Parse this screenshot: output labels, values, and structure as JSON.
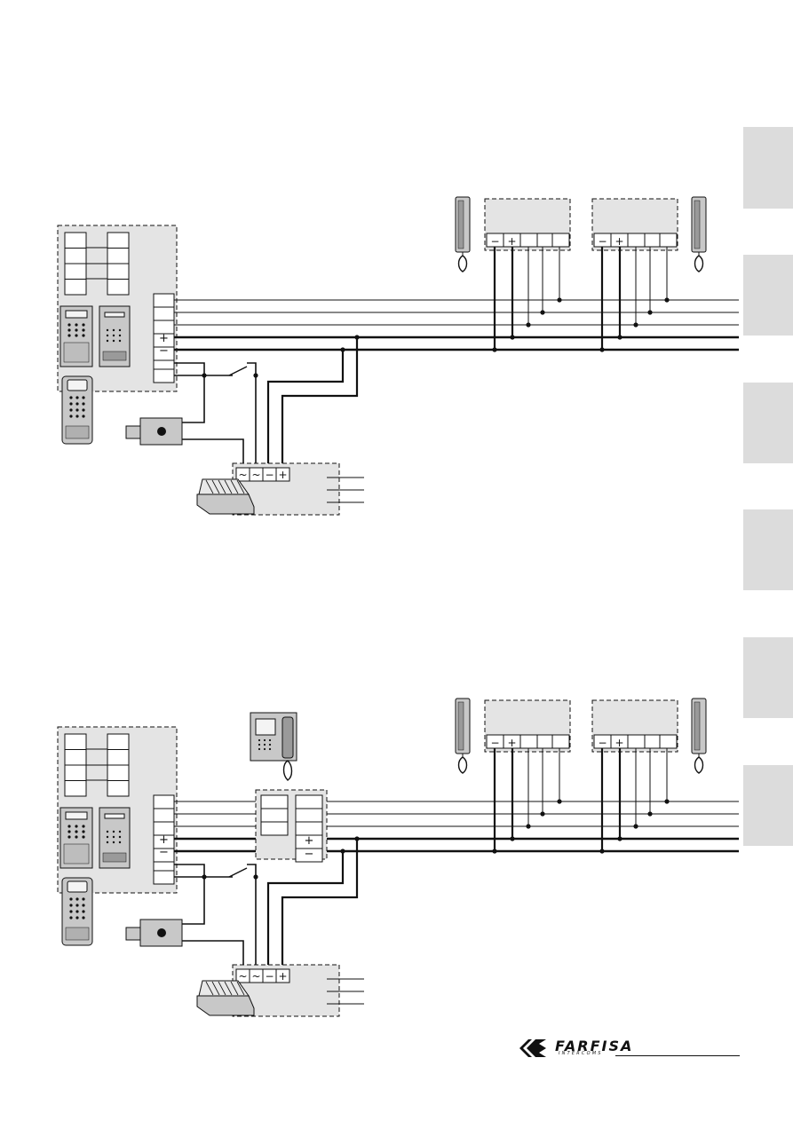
{
  "colors": {
    "line": "#111111",
    "panel_fill": "#e4e4e4",
    "tab_fill": "#dcdcdc",
    "device_fill": "#c8c8c8"
  },
  "terminals": {
    "plus": "+",
    "minus": "−",
    "ac": "~"
  },
  "logo": {
    "name": "FARFISA",
    "tagline": "INTERCOMS"
  },
  "side_tabs": [
    "",
    "",
    "",
    "",
    "",
    ""
  ],
  "diagrams": [
    {
      "id": "diagram-1",
      "has_videophone": false
    },
    {
      "id": "diagram-2",
      "has_videophone": true
    }
  ]
}
